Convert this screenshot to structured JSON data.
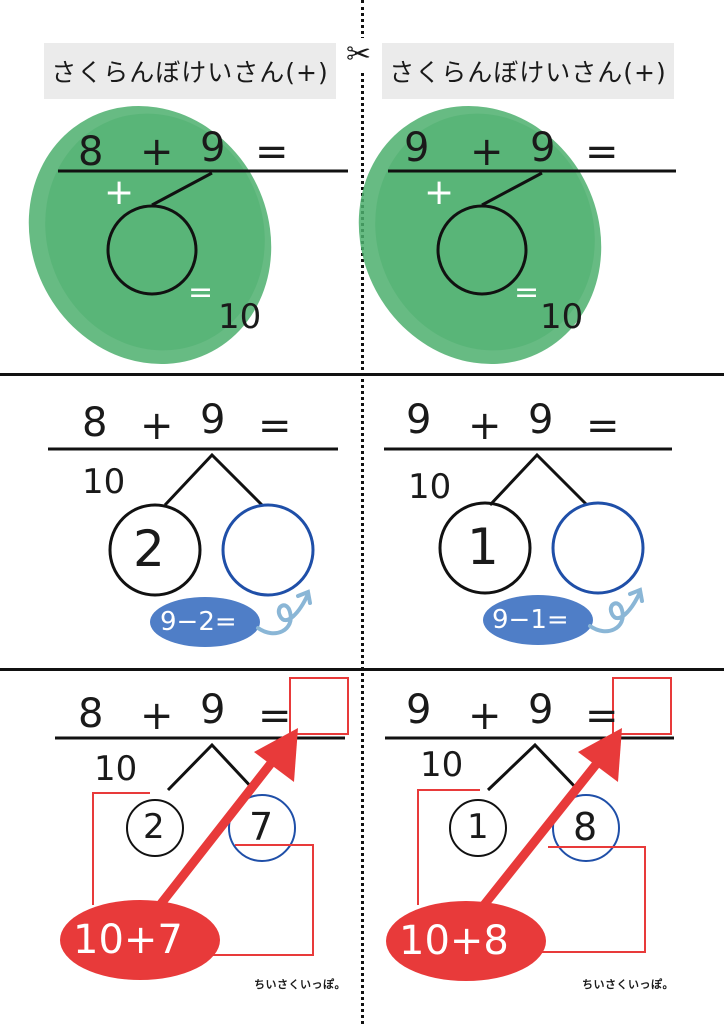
{
  "scissors_icon": "✂",
  "brand": "ちいさくいっぽ。",
  "colors": {
    "green": "#4caf6d",
    "blue": "#1f4fa8",
    "blue_fill": "#4f7ec7",
    "red": "#e83a3a",
    "arrow_light": "#8ab6d6"
  },
  "left": {
    "title": "さくらんぼけいさん(+)",
    "a": "8",
    "plus": "+",
    "b": "9",
    "eq": "=",
    "step1": {
      "plus_mark": "+",
      "eq_mark": "=",
      "ten": "10"
    },
    "step2": {
      "ten": "10",
      "known": "2",
      "hint": "9−2="
    },
    "step3": {
      "ten": "10",
      "known": "2",
      "rest": "7",
      "answer_expr": "10+7"
    }
  },
  "right": {
    "title": "さくらんぼけいさん(+)",
    "a": "9",
    "plus": "+",
    "b": "9",
    "eq": "=",
    "step1": {
      "plus_mark": "+",
      "eq_mark": "=",
      "ten": "10"
    },
    "step2": {
      "ten": "10",
      "known": "1",
      "hint": "9−1="
    },
    "step3": {
      "ten": "10",
      "known": "1",
      "rest": "8",
      "answer_expr": "10+8"
    }
  }
}
